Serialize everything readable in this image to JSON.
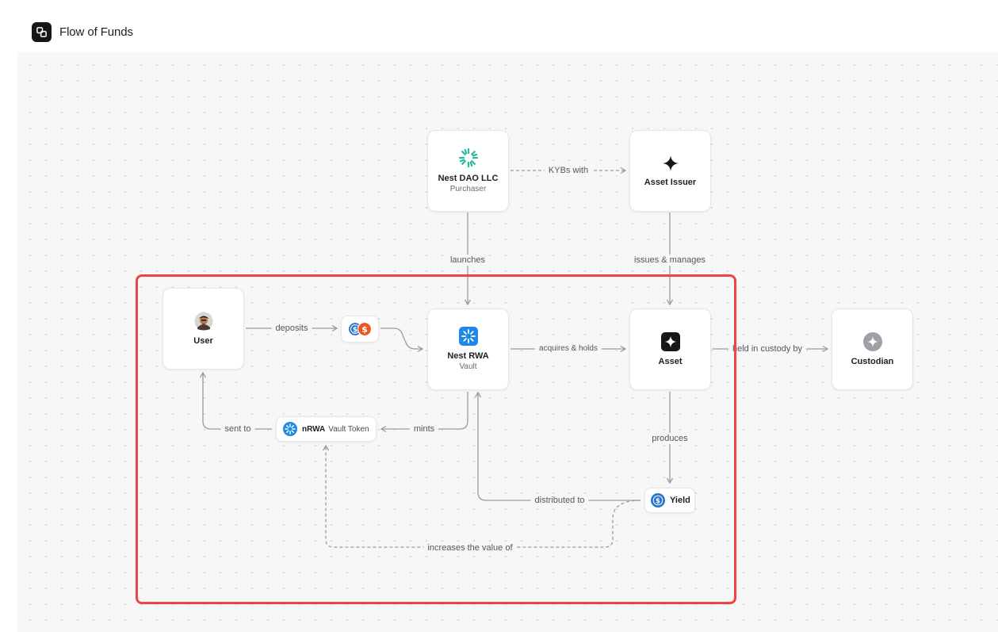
{
  "header": {
    "title": "Flow of Funds"
  },
  "nodes": {
    "nest_dao": {
      "title": "Nest DAO LLC",
      "subtitle": "Purchaser"
    },
    "asset_issuer": {
      "title": "Asset Issuer"
    },
    "user": {
      "title": "User"
    },
    "nest_rwa": {
      "title": "Nest RWA",
      "subtitle": "Vault"
    },
    "asset": {
      "title": "Asset"
    },
    "custodian": {
      "title": "Custodian"
    },
    "nrwa_token": {
      "title": "nRWA",
      "subtitle": "Vault Token"
    },
    "yield": {
      "title": "Yield"
    }
  },
  "edges": {
    "kybs_with": "KYBs with",
    "launches": "launches",
    "issues_manages": "issues & manages",
    "deposits": "deposits",
    "acquires_holds": "acquires & holds",
    "held_in_custody": "held in custody by",
    "sent_to": "sent to",
    "mints": "mints",
    "produces": "produces",
    "distributed_to": "distributed to",
    "increases_value": "increases the value of"
  },
  "colors": {
    "highlight": "#ef4444",
    "nest_teal": "#2bb8a3",
    "nest_blue": "#1e88e5",
    "usdc_blue": "#2775ca",
    "coin_orange": "#f0541e",
    "edge": "#9a9aa6",
    "dark": "#17171a",
    "custodian_gray": "#9ea0a8"
  }
}
